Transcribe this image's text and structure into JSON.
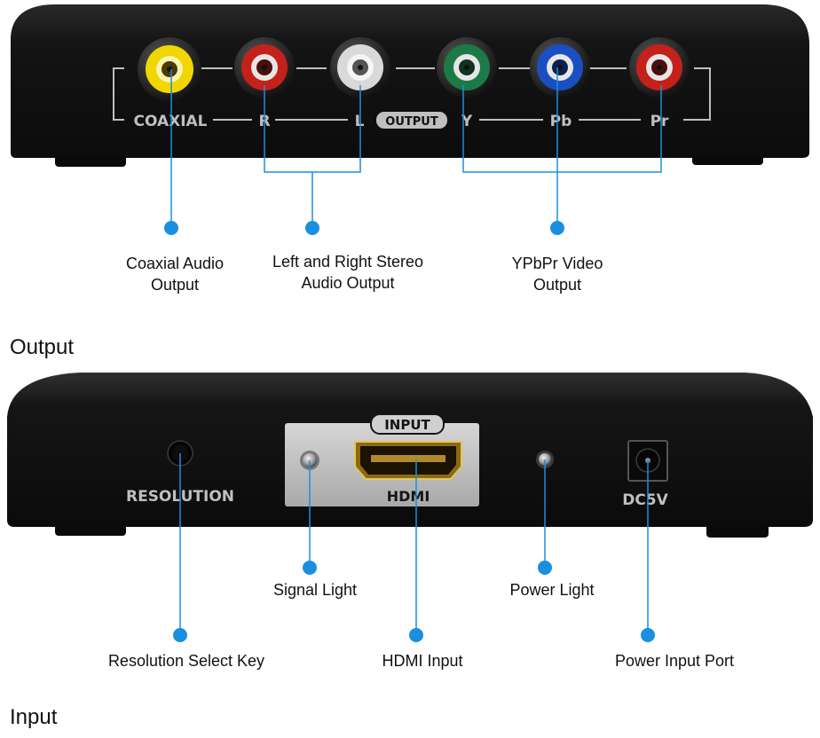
{
  "colors": {
    "accent": "#1a8fe0",
    "device_body": "#161616",
    "panel_text": "#bfbfbf",
    "yellow_jack": "#f2d600",
    "red_jack": "#c4211b",
    "white_jack": "#d9d9d9",
    "green_jack": "#1b7a45",
    "blue_jack": "#1a4fc2",
    "hdmi_plate": "#c8c8c8"
  },
  "output_section": {
    "title": "Output",
    "panel_labels": {
      "coaxial": "COAXIAL",
      "r": "R",
      "l": "L",
      "output": "OUTPUT",
      "y": "Y",
      "pb": "Pb",
      "pr": "Pr"
    },
    "callouts": {
      "coaxial": {
        "line1": "Coaxial Audio",
        "line2": "Output"
      },
      "stereo": {
        "line1": "Left and Right Stereo",
        "line2": "Audio Output"
      },
      "ypbpr": {
        "line1": "YPbPr Video",
        "line2": "Output"
      }
    }
  },
  "input_section": {
    "title": "Input",
    "panel_labels": {
      "resolution": "RESOLUTION",
      "input": "INPUT",
      "hdmi": "HDMI",
      "dc5v": "DC5V"
    },
    "callouts": {
      "signal_light": "Signal Light",
      "power_light": "Power Light",
      "resolution_key": "Resolution Select Key",
      "hdmi_input": "HDMI Input",
      "power_port": "Power Input Port"
    }
  }
}
